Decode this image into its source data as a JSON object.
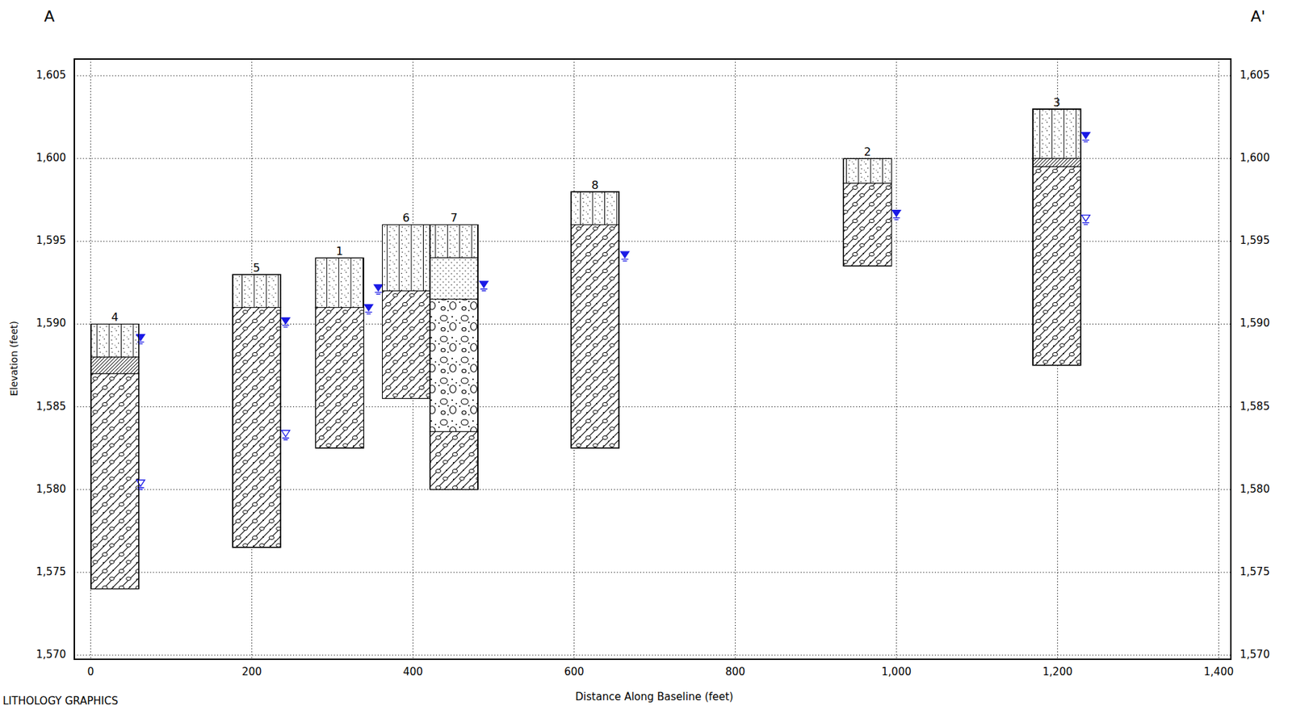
{
  "diagram": {
    "nodes": [
      {
        "text": [
          "4"
        ]
      },
      {
        "text": [
          "5"
        ]
      },
      {
        "text": [
          "1"
        ]
      },
      {
        "text": [
          "6"
        ]
      },
      {
        "text": [
          "7"
        ]
      },
      {
        "text": [
          "8"
        ]
      },
      {
        "text": [
          "2"
        ]
      },
      {
        "text": [
          "3"
        ]
      }
    ],
    "labels": [
      "A",
      "A'",
      "1,605",
      "1,600",
      "1,595",
      "1,590",
      "1,585",
      "1,580",
      "1,575",
      "1,570",
      "1,605",
      "1,600",
      "1,595",
      "1,590",
      "1,585",
      "1,580",
      "1,575",
      "1,570",
      "0",
      "200",
      "400",
      "600",
      "800",
      "1,000",
      "1,200",
      "1,400",
      "Elevation (feet)",
      "Distance Along Baseline (feet)",
      "LITHOLOGY GRAPHICS"
    ]
  }
}
